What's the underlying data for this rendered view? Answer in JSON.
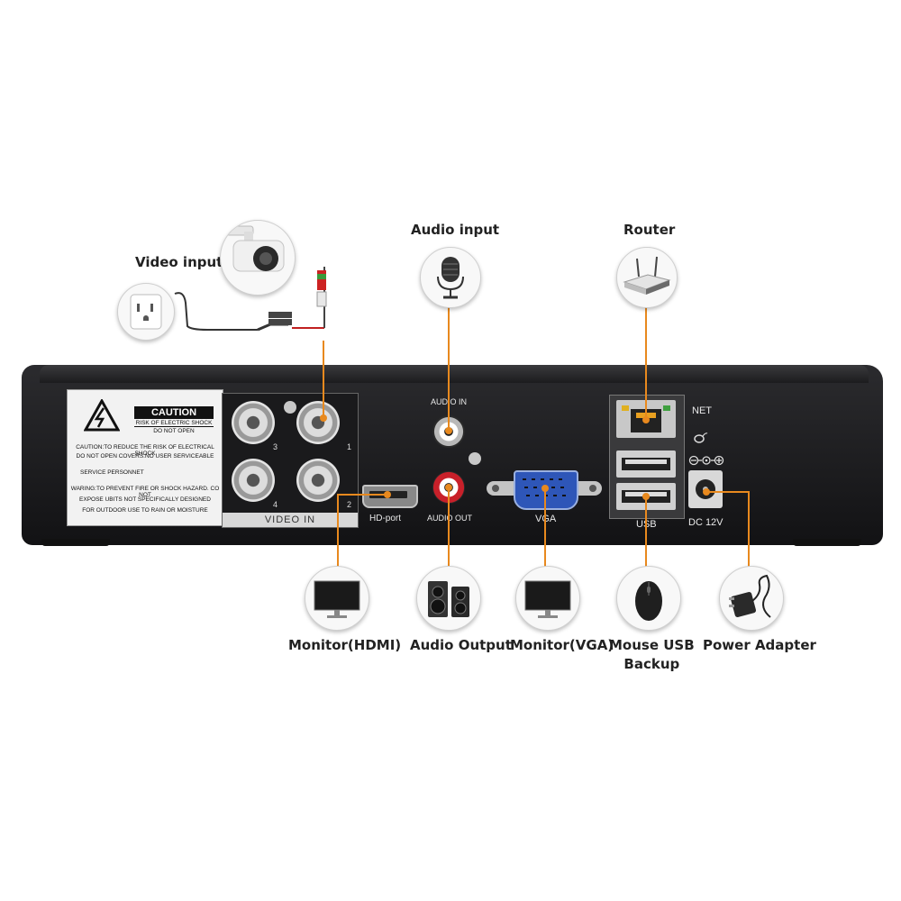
{
  "callouts": {
    "video_input": "Video input",
    "audio_input": "Audio input",
    "router": "Router",
    "monitor_hdmi": "Monitor(HDMI)",
    "audio_output": "Audio Output",
    "monitor_vga": "Monitor(VGA)",
    "mouse_usb_line1": "Mouse USB",
    "mouse_usb_line2": "Backup",
    "power_adapter": "Power Adapter"
  },
  "caution_label": {
    "title": "CAUTION",
    "line1": "RISK OF ELECTRIC SHOCK",
    "line2": "DO NOT OPEN",
    "body1": "CAUTION:TO REDUCE THE RISK OF ELECTRICAL SHOCK",
    "body2": "DO NOT OPEN COVERS.NO USER SERVICEABLE",
    "body3": "SERVICE PERSONNET",
    "body4": "WARING:TO PREVENT FIRE OR SHOCK HAZARD. CO NOT",
    "body5": "EXPOSE UBITS NOT SPECIFICALLY DESIGNED",
    "body6": "FOR OUTDOOR USE TO RAIN OR MOISTURE"
  },
  "panel": {
    "video_in": "VIDEO IN",
    "bnc_1": "1",
    "bnc_2": "2",
    "bnc_3": "3",
    "bnc_4": "4",
    "hd_port": "HD-port",
    "audio_in": "AUDIO IN",
    "audio_out": "AUDIO OUT",
    "vga": "VGA",
    "net": "NET",
    "usb": "USB",
    "dc": "DC 12V"
  },
  "colors": {
    "connector_line": "#e8891e",
    "dvr_body": "#1e1e20",
    "audio_in_ring": "#b8b8b8",
    "audio_out_ring": "#c8202a",
    "vga_port": "#2e56b8"
  }
}
